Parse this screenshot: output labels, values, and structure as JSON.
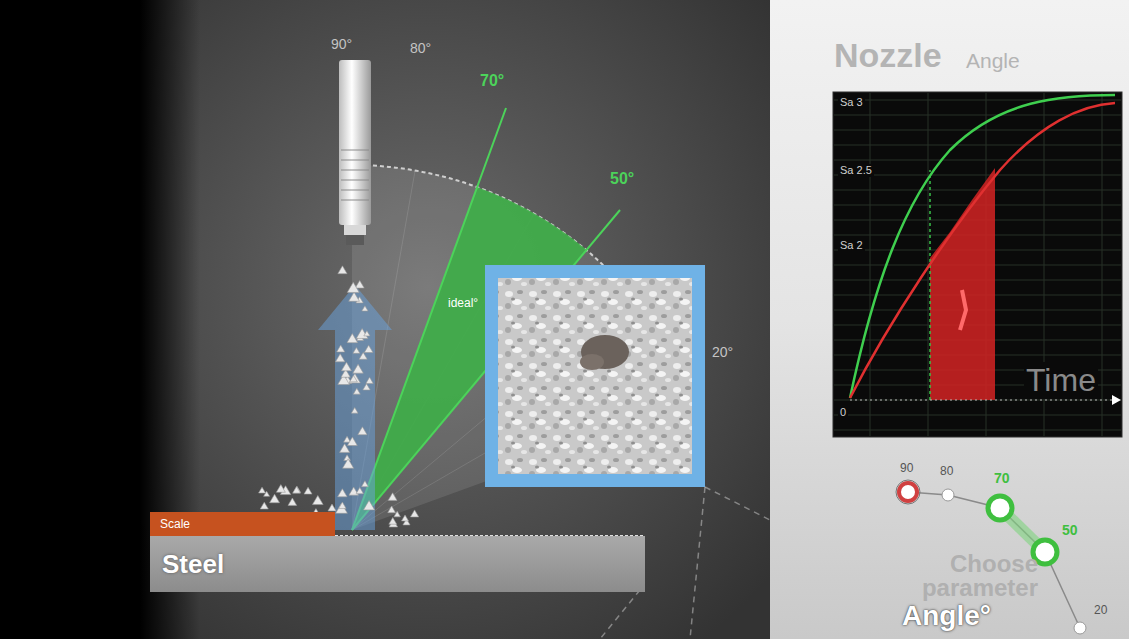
{
  "diagram": {
    "nodes": [
      {
        "text": [
          "Scale"
        ]
      },
      {
        "text": [
          "Steel"
        ]
      }
    ],
    "labels": [
      "90°",
      "80°",
      "70°",
      "50°",
      "20°",
      "ideal°",
      "Sa 3",
      "Sa 2.5",
      "Sa 2",
      "0",
      "Time",
      "Nozzle",
      "Angle",
      "90",
      "80",
      "70",
      "50",
      "20",
      "Choose parameter",
      "Angle°"
    ]
  }
}
